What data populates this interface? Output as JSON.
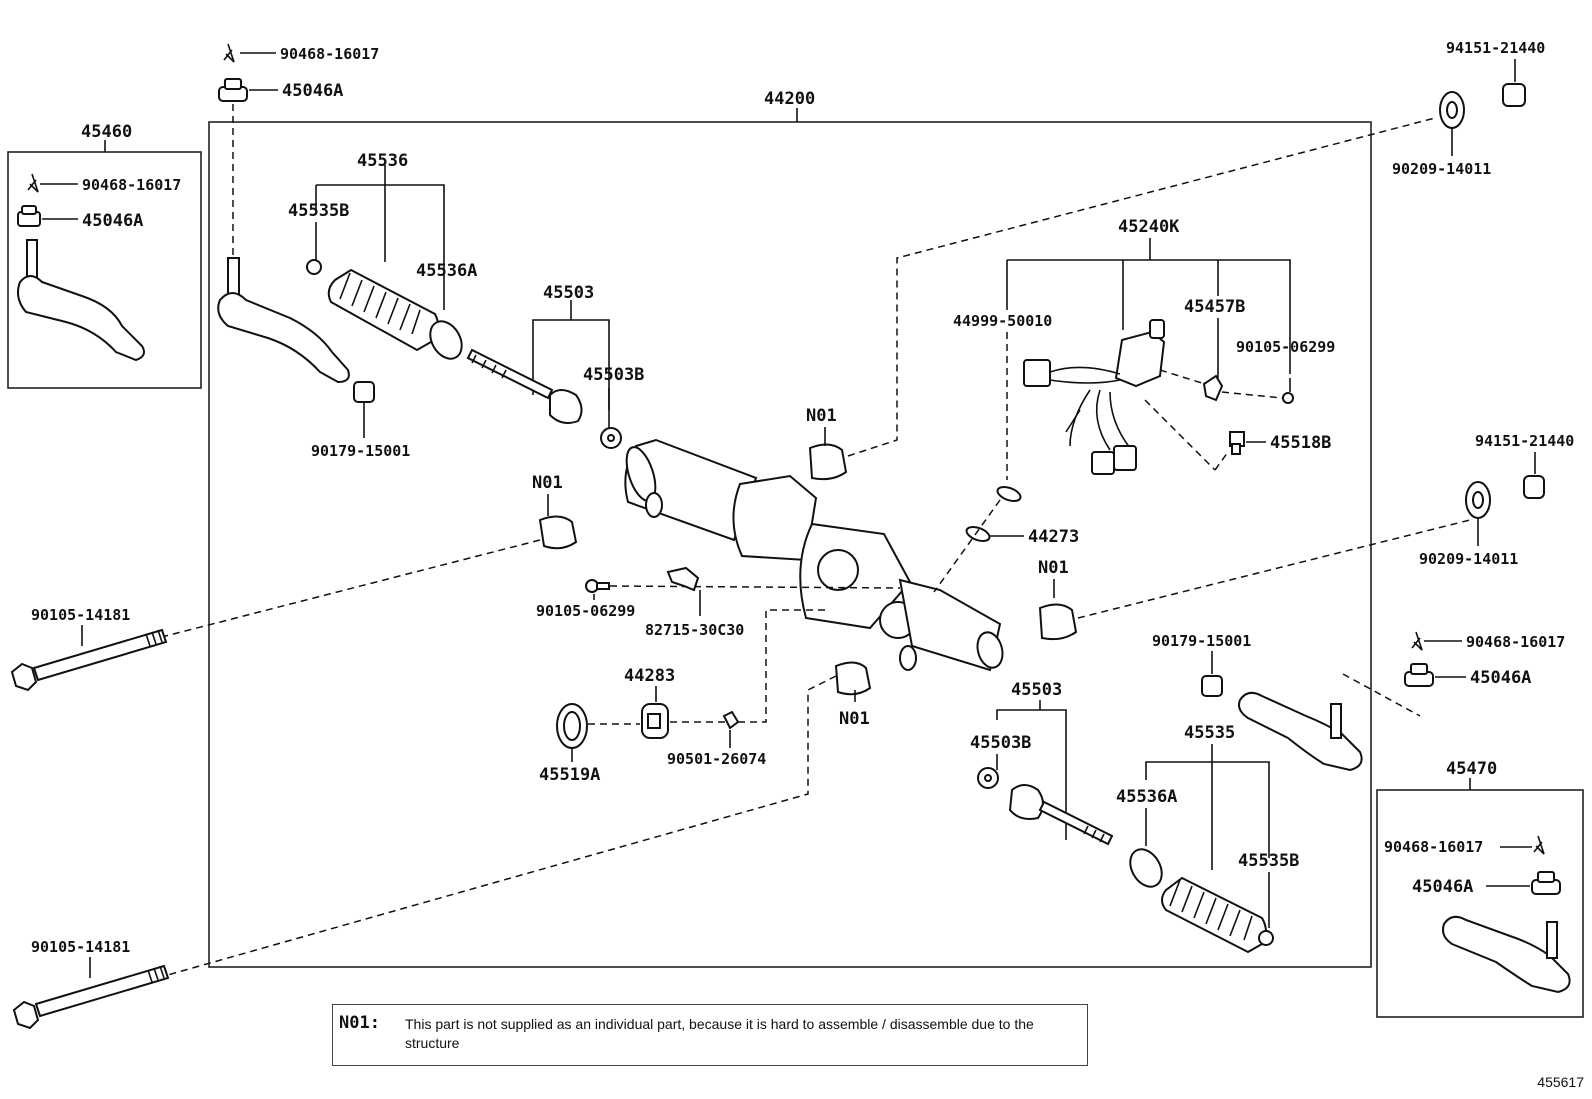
{
  "labels": {
    "p_90468_16017_tl": "90468-16017",
    "p_45046A_tl": "45046A",
    "p_44200": "44200",
    "p_45460": "45460",
    "p_90468_16017_box": "90468-16017",
    "p_45046A_box": "45046A",
    "p_45536": "45536",
    "p_45535B_l": "45535B",
    "p_45536A_l": "45536A",
    "p_45503_l": "45503",
    "p_45503B_l": "45503B",
    "p_90179_15001_l": "90179-15001",
    "p_N01_a": "N01",
    "p_N01_b": "N01",
    "p_N01_c": "N01",
    "p_N01_d": "N01",
    "p_90105_14181_top": "90105-14181",
    "p_90105_14181_bot": "90105-14181",
    "p_90105_06299_c": "90105-06299",
    "p_82715_30C30": "82715-30C30",
    "p_44283": "44283",
    "p_45519A": "45519A",
    "p_90501_26074": "90501-26074",
    "p_45240K": "45240K",
    "p_44999_50010": "44999-50010",
    "p_45457B": "45457B",
    "p_90105_06299_r": "90105-06299",
    "p_45518B": "45518B",
    "p_44273": "44273",
    "p_94151_21440_top": "94151-21440",
    "p_90209_14011_top": "90209-14011",
    "p_94151_21440_mid": "94151-21440",
    "p_90209_14011_mid": "90209-14011",
    "p_90179_15001_r": "90179-15001",
    "p_90468_16017_r": "90468-16017",
    "p_45046A_r": "45046A",
    "p_45503_r": "45503",
    "p_45503B_r": "45503B",
    "p_45535": "45535",
    "p_45536A_r": "45536A",
    "p_45535B_r": "45535B",
    "p_45470": "45470",
    "p_90468_16017_box2": "90468-16017",
    "p_45046A_box2": "45046A"
  },
  "note": {
    "code": "N01:",
    "text": "This part is not supplied as an individual part, because it is hard to assemble / disassemble  due to the structure"
  },
  "footer": {
    "diagram_id": "455617"
  }
}
